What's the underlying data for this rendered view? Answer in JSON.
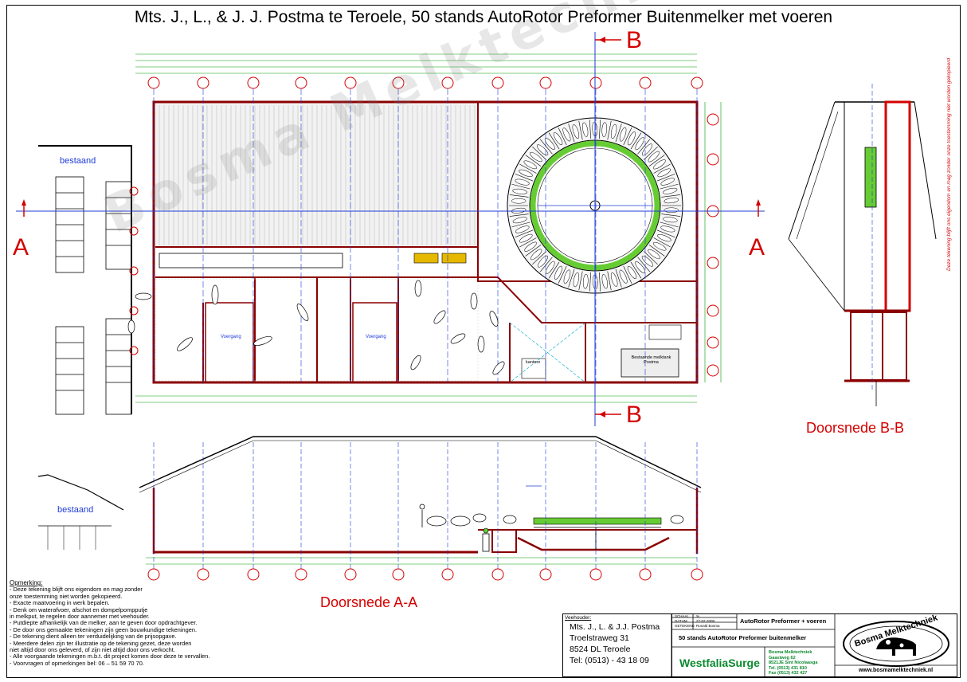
{
  "title": "Mts. J., L., & J. J. Postma te Teroele, 50 stands AutoRotor Preformer Buitenmelker met voeren",
  "section_marks": {
    "a_left": "A",
    "a_right": "A",
    "b_top": "B",
    "b_bottom": "B"
  },
  "section_labels": {
    "aa": "Doorsnede A-A",
    "bb": "Doorsnede B-B"
  },
  "plan_labels": {
    "bestaand_top": "bestaand",
    "bestaand_bottom": "bestaand",
    "voergang_1": "Voergang",
    "voergang_2": "Voergang",
    "kantoor": "kantoor",
    "melktank": "Bestaande melktank Postma",
    "watermark": "Bosma Melktechniek"
  },
  "notes": {
    "heading": "Opmerking:",
    "lines": [
      "- Deze tekening blijft ons eigendom en mag zonder",
      "  onze toestemming niet worden gekopieerd.",
      "- Exacte maatvoering in werk bepalen.",
      "- Denk om waterafvoer, afschot en dompelpompputje",
      "  in melkput, te regelen door aannemer met veehouder.",
      "- Putdiepte afhankelijk van de melker, aan te geven door opdrachtgever.",
      "- De door ons gemaakte tekeningen zijn geen bouwkundige tekeningen.",
      "- De tekening dient alleen ter verduidelijking van de prijsopgave.",
      "- Meerdere delen zijn ter illustratie op de tekening gezet, deze worden",
      "  niet altijd door ons geleverd, of zijn niet altijd door ons verkocht.",
      "- Alle voorgaande tekeningen m.b.t. dit project komen door deze te vervallen.",
      "- Voorvragen of opmerkingen bel: 06 – 51 59 70 70."
    ]
  },
  "titleblock": {
    "owner_label": "Veehouder:",
    "owner_lines": [
      "Mts. J., L. & J.J. Postma",
      "Troelstraweg 31",
      "8524 DL Teroele",
      "Tel: (0513) - 43 18 09"
    ],
    "schaal_label": "SCHAAL",
    "schaal_value": "%",
    "datum_label": "DATUM",
    "datum_value": "27-02-2009",
    "getekend_label": "GETEKEND",
    "getekend_value": "Ronald Bosma",
    "project_title": "AutoRotor Preformer + voeren",
    "project_sub": "50 stands AutoRotor Preformer buitenmelker",
    "brand": "WestfaliaSurge",
    "dealer_lines": [
      "Bosma Melktechniek",
      "Gaastweg 62",
      "8521JE Sint Nicolaasga",
      "Tel. (0513) 431 810",
      "Fax (0513) 432 427"
    ],
    "logo_text": "Bosma Melktechniek",
    "url": "www.bosmamelktechniek.nl"
  },
  "side_note": "Deze tekening blijft ons eigendom en mag zonder onze toestemming niet worden gekopieerd",
  "colors": {
    "wall": "#8b0000",
    "red": "#d40000",
    "green": "#00b000",
    "blue": "#1f3bd6",
    "lime": "#66cc33"
  }
}
